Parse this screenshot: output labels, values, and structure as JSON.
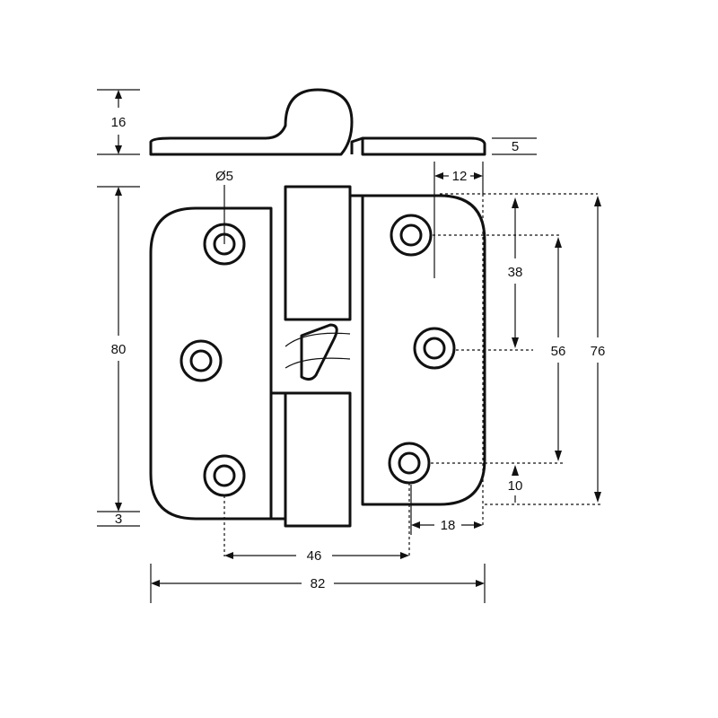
{
  "diagram": {
    "dimensions": {
      "leaf_thickness": "5",
      "knuckle_height": "16",
      "edge_offset_top": "12",
      "hole_diameter": "Ø5",
      "left_leaf_height": "80",
      "bottom_offset": "3",
      "hole_spacing_upper": "38",
      "hole_spacing_outer": "56",
      "right_leaf_height": "76",
      "hole_offset_bottom": "10",
      "hole_offset_side": "18",
      "hole_spacing_horizontal": "46",
      "overall_width": "82"
    },
    "colors": {
      "line": "#111111",
      "background": "#ffffff"
    }
  }
}
